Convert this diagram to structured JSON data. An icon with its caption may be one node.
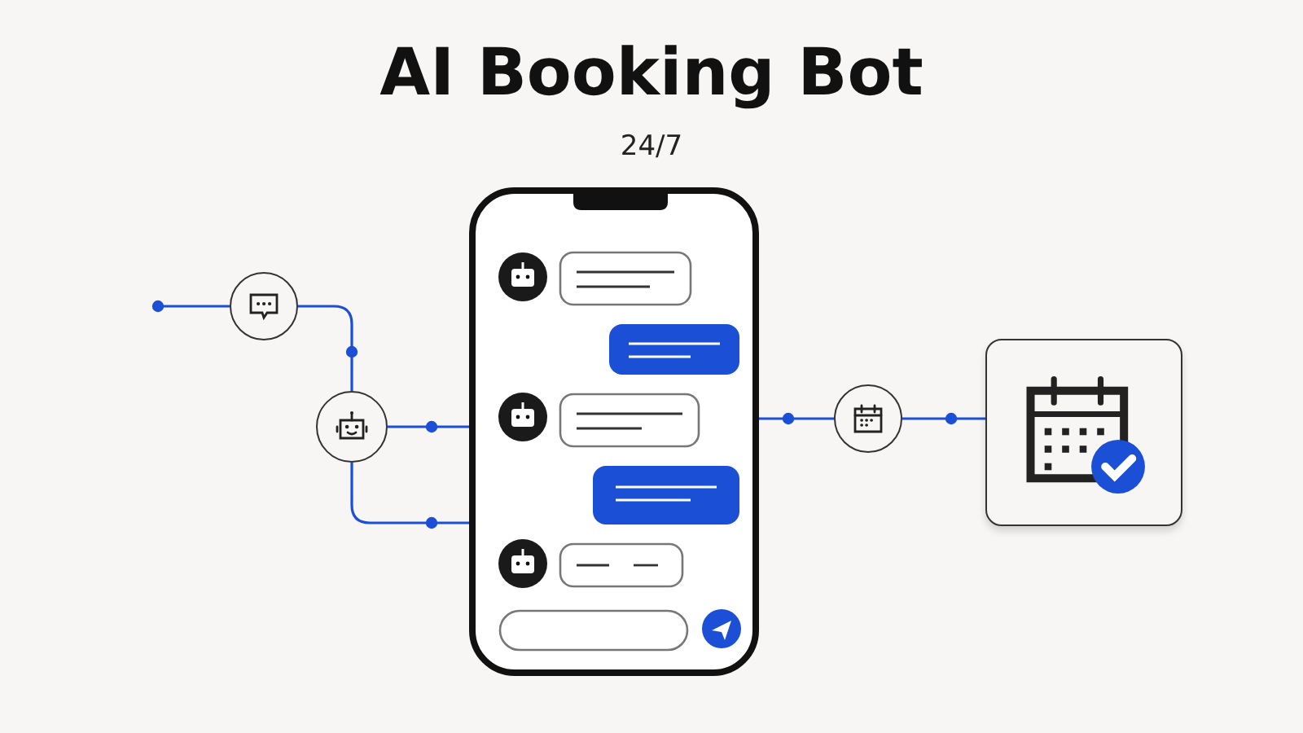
{
  "diagram": {
    "title": "AI Booking Bot",
    "nodes": [
      {
        "text": [],
        "shape": "circle"
      },
      {
        "text": [],
        "shape": "circle"
      },
      {
        "text": [],
        "shape": "box"
      },
      {
        "text": [],
        "shape": "circle"
      },
      {
        "text": [],
        "shape": "box"
      }
    ],
    "edges": [
      {
        "from": null,
        "to": 0,
        "arrow": "other"
      },
      {
        "from": 0,
        "to": 1,
        "arrow": "none"
      },
      {
        "from": 1,
        "to": 2,
        "arrow": "none"
      },
      {
        "from": 1,
        "to": 2,
        "arrow": "none"
      },
      {
        "from": 2,
        "to": 3,
        "arrow": "none"
      },
      {
        "from": 3,
        "to": 4,
        "arrow": "none"
      }
    ],
    "labels": [
      "24/7"
    ]
  }
}
